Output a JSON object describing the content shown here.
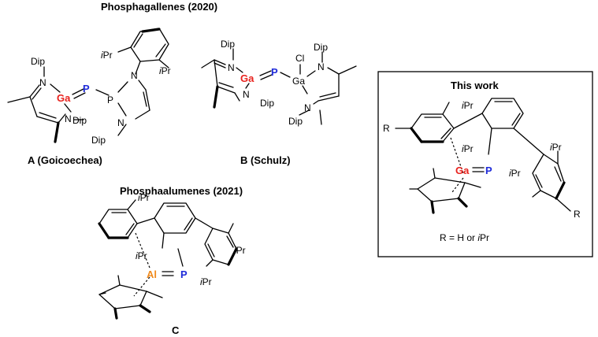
{
  "headings": {
    "phosphagallenes": "Phosphagallenes (2020)",
    "phosphaalumenes": "Phosphaalumenes (2021)",
    "this_work": "This work"
  },
  "captions": {
    "a": "A (Goicoechea)",
    "b": "B (Schulz)",
    "c": "C",
    "r_def": "R = H or ",
    "r_def_italic": "i",
    "r_def_tail": "Pr"
  },
  "atoms": {
    "ga": "Ga",
    "p": "P",
    "al": "Al",
    "n": "N",
    "cl": "Cl",
    "dip": "Dip",
    "ipr_i": "i",
    "ipr_tail": "Pr",
    "r": "R"
  },
  "colors": {
    "ga": "#e8221d",
    "p": "#1f2bd9",
    "al": "#f08a1c"
  }
}
